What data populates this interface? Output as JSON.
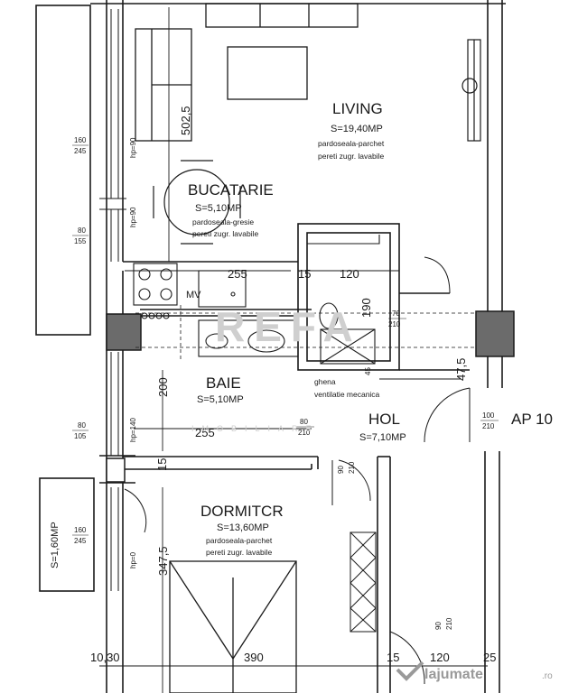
{
  "rooms": {
    "living": {
      "name": "LIVING",
      "area": "S=19,40MP",
      "floor": "pardoseala-parchet",
      "walls": "pereti zugr. lavabile"
    },
    "bucatarie": {
      "name": "BUCATARIE",
      "area": "S=5,10MP",
      "floor": "pardoseala-gresie",
      "walls": "pereti zugr. lavabile"
    },
    "baie": {
      "name": "BAIE",
      "area": "S=5,10MP"
    },
    "hol": {
      "name": "HOL",
      "area": "S=7,10MP"
    },
    "dormitor": {
      "name": "DORMITCR",
      "area": "S=13,60MP",
      "floor": "pardoseala-parchet",
      "walls": "pereti zugr. lavabile"
    },
    "balcon": {
      "area": "S=1,60MP"
    }
  },
  "labels": {
    "apartment": "AP 10",
    "mv": "MV",
    "ghena": "ghena",
    "ventilatie": "ventilatie mecanica"
  },
  "dimensions": {
    "d502": "502,5",
    "d255a": "255",
    "d15a": "15",
    "d120a": "120",
    "d190": "190",
    "d200": "200",
    "d255b": "255",
    "d47": "47,5",
    "d347": "347,5",
    "d15b": "15",
    "d1030": "10,30",
    "d390": "390",
    "d15c": "15",
    "d120b": "120",
    "d25": "25",
    "d45": "45"
  },
  "openings": {
    "w1_top": "160",
    "w1_bot": "245",
    "w2_top": "80",
    "w2_bot": "155",
    "w3_top": "80",
    "w3_bot": "105",
    "w4_top": "160",
    "w4_bot": "245",
    "hp1": "hp=90",
    "hp2": "hp=90",
    "hp3": "hp=140",
    "hp4": "hp=0",
    "door_baie_top": "70",
    "door_baie_bot": "210",
    "door_ap_top": "100",
    "door_ap_bot": "210",
    "door_hol_top": "80",
    "door_hol_bot": "210",
    "door_dorm_top": "90",
    "door_dorm_bot": "210",
    "door_bot_top": "90",
    "door_bot_bot": "210"
  },
  "watermark": {
    "brand": "REFA",
    "sub": "IMOBILIARE",
    "site": "lajumate",
    "tld": ".ro"
  },
  "colors": {
    "line": "#1a1a1a",
    "column": "#6b6b6b",
    "watermark": "#cfcfcf"
  }
}
